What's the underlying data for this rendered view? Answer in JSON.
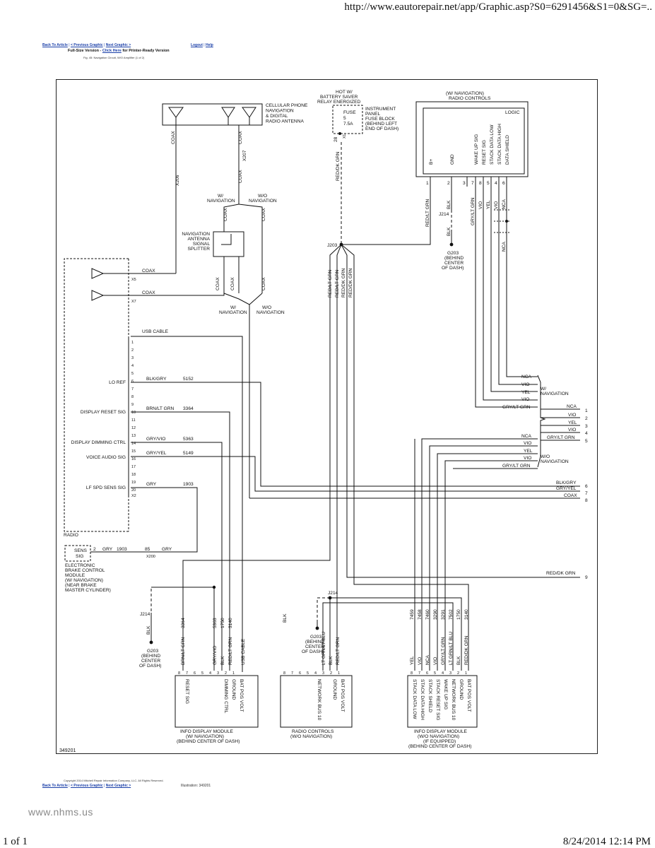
{
  "header": {
    "url": "http://www.eautorepair.net/app/Graphic.asp?S0=6291456&S1=0&SG=..",
    "nav_back": "Back To Article",
    "nav_prev": "< Previous Graphic",
    "nav_next": "Next Graphic >",
    "nav_logout": "Logout",
    "nav_help": "Help",
    "fullsize": "Full-Size Version -",
    "click_here": "Click Here",
    "printer": "for Printer-Ready Version",
    "fig_caption": "Fig. 45: Navigation Circuit, W/O Amplifier (1 of 2)"
  },
  "footer": {
    "copyright": "Copyright 2014 Mitchell Repair Information Company, LLC. All Rights Reserved.",
    "illustration": "Illustration: 349201",
    "watermark": "www.nhms.us",
    "page": "1 of 1",
    "datetime": "8/24/2014 12:14 PM"
  },
  "diagram": {
    "code": "349201",
    "antenna_label": [
      "CELLULAR PHONE",
      "NAVIGATION",
      "& DIGITAL",
      "RADIO ANTENNA"
    ],
    "hot_label": [
      "HOT W/",
      "BATTERY SAVER",
      "RELAY ENERGIZED"
    ],
    "fuse_label": [
      "FUSE",
      "5",
      "7.5A"
    ],
    "ipfb_label": [
      "INSTRUMENT",
      "PANEL",
      "FUSE BLOCK",
      "(BEHIND LEFT",
      "END OF DASH)"
    ],
    "radio_controls_title": [
      "(W/ NAVIGATION)",
      "RADIO CONTROLS"
    ],
    "logic": "LOGIC",
    "rc_pins": [
      {
        "name": "B+",
        "num": "1"
      },
      {
        "name": "GND",
        "num": "2"
      },
      {
        "name": "",
        "num": "3"
      },
      {
        "name": "WAKE UP SIG",
        "num": "7"
      },
      {
        "name": "RESET SIG",
        "num": "8"
      },
      {
        "name": "STACK DATA LOW",
        "num": "5"
      },
      {
        "name": "STACK DATA HIGH",
        "num": "4"
      },
      {
        "name": "DATA SHIELD",
        "num": "6"
      }
    ],
    "rc_wires": [
      "RED/LT GRN",
      "BLK",
      "GRY/LT GRN",
      "VIO",
      "YEL",
      "VIO",
      "NCA"
    ],
    "coax": "COAX",
    "x206": "X206",
    "x207": "X207",
    "x5": "X5",
    "x7": "X7",
    "x2": "X2",
    "x200": "X200",
    "x1": "X1",
    "x2b": "X2",
    "pin28": "28",
    "with_nav": [
      "W/",
      "NAVIGATION"
    ],
    "without_nav": [
      "W/O",
      "NAVIGATION"
    ],
    "splitter": [
      "NAVIGATION",
      "ANTENNA",
      "SIGNAL",
      "SPLITTER"
    ],
    "j203": "J203",
    "j214": "J214",
    "g203": [
      "G203",
      "(BEHIND",
      "CENTER",
      "OF DASH)"
    ],
    "blk": "BLK",
    "nca": "NCA",
    "j203_wires": [
      "RED/LT GRN",
      "RED/LT GRN",
      "RED/DK GRN",
      "RED/DK GRN"
    ],
    "red_dk_grn": "RED/DK GRN",
    "usb_cable": "USB CABLE",
    "radio_label": "RADIO",
    "radio_pins": [
      "1",
      "2",
      "3",
      "4",
      "5",
      "6",
      "7",
      "8",
      "9",
      "10",
      "11",
      "12",
      "13",
      "14",
      "15",
      "16",
      "17",
      "18",
      "19",
      "20"
    ],
    "radio_signals": [
      {
        "label": "LO REF",
        "pin": "6",
        "wire": "BLK/GRY",
        "circuit": "5152"
      },
      {
        "label": "DISPLAY RESET SIG",
        "pin": "10",
        "wire": "BRN/LT GRN",
        "circuit": "3364"
      },
      {
        "label": "DISPLAY DIMMING CTRL",
        "pin": "14",
        "wire": "GRY/VIO",
        "circuit": "5363"
      },
      {
        "label": "VOICE AUDIO SIG",
        "pin": "16",
        "wire": "GRY/YEL",
        "circuit": "5149"
      },
      {
        "label": "LF SPD SENS SIG",
        "pin": "20",
        "wire": "GRY",
        "circuit": "1903"
      }
    ],
    "sens_sig": [
      "SENS",
      "SIG"
    ],
    "sens_pin": "2",
    "sens_wire": "GRY",
    "sens_circuit": "1903",
    "x200_pin": "85",
    "x200_wire": "GRY",
    "ebcm": [
      "ELECTRONIC",
      "BRAKE CONTROL",
      "MODULE",
      "(W/ NAVIGATION)",
      "(NEAR BRAKE",
      "MASTER CYLINDER)"
    ],
    "right_with_nav": [
      {
        "wire": "NCA"
      },
      {
        "wire": "VIO"
      },
      {
        "wire": "YEL"
      },
      {
        "wire": "VIO"
      },
      {
        "wire": "GRY/LT GRN"
      }
    ],
    "right_nums_list": [
      {
        "wire": "NCA",
        "num": "1"
      },
      {
        "wire": "VIO",
        "num": "2"
      },
      {
        "wire": "YEL",
        "num": "3"
      },
      {
        "wire": "VIO",
        "num": "4"
      },
      {
        "wire": "GRY/LT GRN",
        "num": "5"
      }
    ],
    "right_without_nav": [
      {
        "wire": "NCA"
      },
      {
        "wire": "VIO"
      },
      {
        "wire": "YEL"
      },
      {
        "wire": "VIO"
      },
      {
        "wire": "GRY/LT GRN"
      }
    ],
    "right_bottom": [
      {
        "wire": "BLK/GRY",
        "num": "6"
      },
      {
        "wire": "GRY/YEL",
        "num": "7"
      },
      {
        "wire": "COAX",
        "num": "8"
      }
    ],
    "right_reddk": {
      "wire": "RED/DK GRN",
      "num": "9"
    },
    "module1": {
      "pins": [
        {
          "num": "8",
          "name": "RESET SIG"
        },
        {
          "num": "7",
          "name": ""
        },
        {
          "num": "6",
          "name": ""
        },
        {
          "num": "5",
          "name": ""
        },
        {
          "num": "4",
          "name": ""
        },
        {
          "num": "3",
          "name": "DIMMING CTRL"
        },
        {
          "num": "2",
          "name": "GROUND"
        },
        {
          "num": "1",
          "name": "BAT POS VOLT"
        }
      ],
      "wires": [
        {
          "circuit": "3364",
          "color": "BRN/LT GRN"
        },
        {
          "circuit": "5363",
          "color": "GRY/VIO"
        },
        {
          "circuit": "1750",
          "color": "BLK"
        },
        {
          "circuit": "3140",
          "color": "RED/LT GRN"
        },
        {
          "circuit": "",
          "color": "USB CABLE"
        }
      ],
      "label": [
        "INFO DISPLAY MODULE",
        "(W/ NAVIGATION)",
        "(BEHIND CENTER OF DASH)"
      ]
    },
    "module2": {
      "pins": [
        {
          "num": "8",
          "name": ""
        },
        {
          "num": "7",
          "name": ""
        },
        {
          "num": "6",
          "name": ""
        },
        {
          "num": "5",
          "name": ""
        },
        {
          "num": "4",
          "name": "NETWORK BUS 10"
        },
        {
          "num": "3",
          "name": ""
        },
        {
          "num": "2",
          "name": "GROUND"
        },
        {
          "num": "1",
          "name": "BAT POS VOLT"
        }
      ],
      "wires": [
        {
          "color": "LT GRN/LT BLU"
        },
        {
          "color": "BLK"
        },
        {
          "color": "RED/LT GRN"
        }
      ],
      "label": [
        "RADIO CONTROLS",
        "(W/O NAVIGATION)"
      ]
    },
    "module3": {
      "pins": [
        {
          "num": "8",
          "name": "STACK DATA LOW",
          "circuit": "7459",
          "color": "YEL"
        },
        {
          "num": "7",
          "name": "STACK DATA HIGH",
          "circuit": "7458",
          "color": "VIO"
        },
        {
          "num": "6",
          "name": "STACK SHIELD",
          "circuit": "7460",
          "color": "NCA"
        },
        {
          "num": "5",
          "name": "STACK RESET SIG",
          "circuit": "3290",
          "color": "VIO"
        },
        {
          "num": "4",
          "name": "WAKE UP SIG",
          "circuit": "3291",
          "color": "GRY/LT GRN"
        },
        {
          "num": "3",
          "name": "NETWORK BUS 10",
          "circuit": "7502",
          "color": "LT GRN/LT BLU"
        },
        {
          "num": "2",
          "name": "GROUND",
          "circuit": "1750",
          "color": "BLK"
        },
        {
          "num": "1",
          "name": "BAT POS VOLT",
          "circuit": "3140",
          "color": "RED/DK GRN"
        }
      ],
      "label": [
        "INFO DISPLAY MODULE",
        "(W/O NAVIGATION)",
        "(IF EQUIPPED)",
        "(BEHIND CENTER OF DASH)"
      ]
    }
  }
}
